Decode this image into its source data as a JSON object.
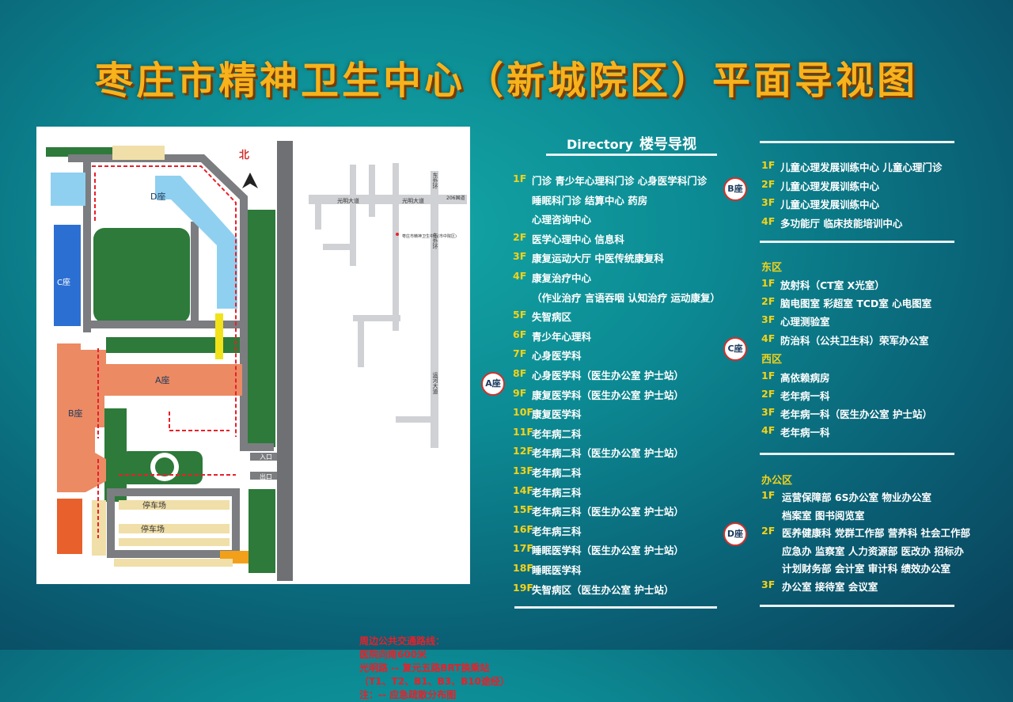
{
  "title": "枣庄市精神卫生中心（新城院区）平面导视图",
  "directory": {
    "label_en": "Directory",
    "label_cn": "楼号导视"
  },
  "buildings": {
    "A": {
      "badge": "A座",
      "floors": [
        {
          "floor": "1F",
          "rooms": "门诊  青少年心理科门诊  心身医学科门诊"
        },
        {
          "floor": "",
          "rooms": "睡眠科门诊  结算中心  药房"
        },
        {
          "floor": "",
          "rooms": "心理咨询中心"
        },
        {
          "floor": "2F",
          "rooms": "医学心理中心  信息科"
        },
        {
          "floor": "3F",
          "rooms": "康复运动大厅    中医传统康复科"
        },
        {
          "floor": "4F",
          "rooms": "康复治疗中心"
        },
        {
          "floor": "",
          "rooms": "（作业治疗  言语吞咽  认知治疗  运动康复）"
        },
        {
          "floor": "5F",
          "rooms": "失智病区"
        },
        {
          "floor": "6F",
          "rooms": "青少年心理科"
        },
        {
          "floor": "7F",
          "rooms": "心身医学科"
        },
        {
          "floor": "8F",
          "rooms": "心身医学科（医生办公室  护士站）"
        },
        {
          "floor": "9F",
          "rooms": "康复医学科（医生办公室  护士站）"
        },
        {
          "floor": "10F",
          "rooms": "康复医学科"
        },
        {
          "floor": "11F",
          "rooms": "老年病二科"
        },
        {
          "floor": "12F",
          "rooms": "老年病二科（医生办公室  护士站）"
        },
        {
          "floor": "13F",
          "rooms": "老年病二科"
        },
        {
          "floor": "14F",
          "rooms": "老年病三科"
        },
        {
          "floor": "15F",
          "rooms": "老年病三科（医生办公室  护士站）"
        },
        {
          "floor": "16F",
          "rooms": "老年病三科"
        },
        {
          "floor": "17F",
          "rooms": "睡眠医学科（医生办公室  护士站）"
        },
        {
          "floor": "18F",
          "rooms": "睡眠医学科"
        },
        {
          "floor": "19F",
          "rooms": "失智病区（医生办公室  护士站）"
        }
      ]
    },
    "B": {
      "badge": "B座",
      "floors": [
        {
          "floor": "1F",
          "rooms": "儿童心理发展训练中心  儿童心理门诊"
        },
        {
          "floor": "2F",
          "rooms": "儿童心理发展训练中心"
        },
        {
          "floor": "3F",
          "rooms": "儿童心理发展训练中心"
        },
        {
          "floor": "4F",
          "rooms": "多功能厅  临床技能培训中心"
        }
      ]
    },
    "C": {
      "badge": "C座",
      "east_title": "东区",
      "east": [
        {
          "floor": "1F",
          "rooms": "放射科（CT室  X光室）"
        },
        {
          "floor": "2F",
          "rooms": "脑电图室  彩超室  TCD室  心电图室"
        },
        {
          "floor": "3F",
          "rooms": "心理测验室"
        },
        {
          "floor": "4F",
          "rooms": "防治科（公共卫生科）荣军办公室"
        }
      ],
      "west_title": "西区",
      "west": [
        {
          "floor": "1F",
          "rooms": "高依赖病房"
        },
        {
          "floor": "2F",
          "rooms": "老年病一科"
        },
        {
          "floor": "3F",
          "rooms": "老年病一科（医生办公室  护士站）"
        },
        {
          "floor": "4F",
          "rooms": "老年病一科"
        }
      ]
    },
    "D": {
      "badge": "D座",
      "title": "办公区",
      "floors": [
        {
          "floor": "1F",
          "rooms": "运营保障部  6S办公室  物业办公室"
        },
        {
          "floor": "",
          "rooms": "档案室  图书阅览室"
        },
        {
          "floor": "2F",
          "rooms": "医养健康科  党群工作部  营养科  社会工作部"
        },
        {
          "floor": "",
          "rooms": "应急办  监察室  人力资源部  医改办  招标办"
        },
        {
          "floor": "",
          "rooms": "计划财务部  会计室  审计科  绩效办公室"
        },
        {
          "floor": "3F",
          "rooms": "办公室  接待室  会议室"
        }
      ]
    }
  },
  "map": {
    "north": "北",
    "labels": {
      "D": "D座",
      "C": "C座",
      "A": "A座",
      "B": "B座",
      "parking1": "停车场",
      "parking2": "停车场",
      "entrance": "入口",
      "exit": "出口"
    },
    "roads": {
      "guangming1": "光明大道",
      "guangming2": "光明大道",
      "dongwai1": "东外环",
      "dongwai2": "东外环",
      "yunhe": "运河大道",
      "g206": "206国道"
    },
    "pois": {
      "hospital": "枣庄市精神卫生中心(市中院区)"
    }
  },
  "legend": [
    "周边公共交通路线：",
    "医院向南600米",
    "光明路 -- 复元五路BRT换乘站",
    "（T1、T2、B1、B3、B10途经）",
    "注：-- 应急疏散分布图"
  ],
  "colors": {
    "title": "#f7b21c",
    "floor": "#f3d21a",
    "building_blue": "#8fd0f0",
    "building_orange": "#ec8a63",
    "green": "#2d7a3a",
    "evac": "#e8202a"
  }
}
